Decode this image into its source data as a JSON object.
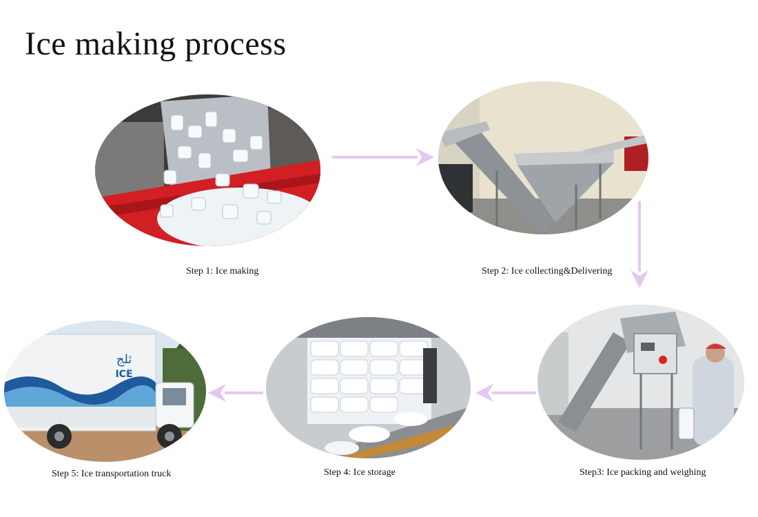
{
  "title": "Ice making process",
  "colors": {
    "arrow": "#e5c7f2",
    "crate_red": "#d21f24",
    "truck_blue": "#1e5a9c"
  },
  "steps": [
    {
      "caption": "Step 1:  Ice making",
      "icon": "ice-cubes-photo"
    },
    {
      "caption": "Step 2:  Ice collecting&Delivering",
      "icon": "conveyor-hopper-photo"
    },
    {
      "caption": "Step3: Ice packing and weighing",
      "icon": "packing-machine-photo"
    },
    {
      "caption": "Step 4: Ice storage",
      "icon": "cold-storage-photo"
    },
    {
      "caption": "Step 5: Ice transportation truck",
      "icon": "truck-photo"
    }
  ],
  "truck": {
    "arabic_text": "ثلج",
    "brand_text": "ICE"
  }
}
